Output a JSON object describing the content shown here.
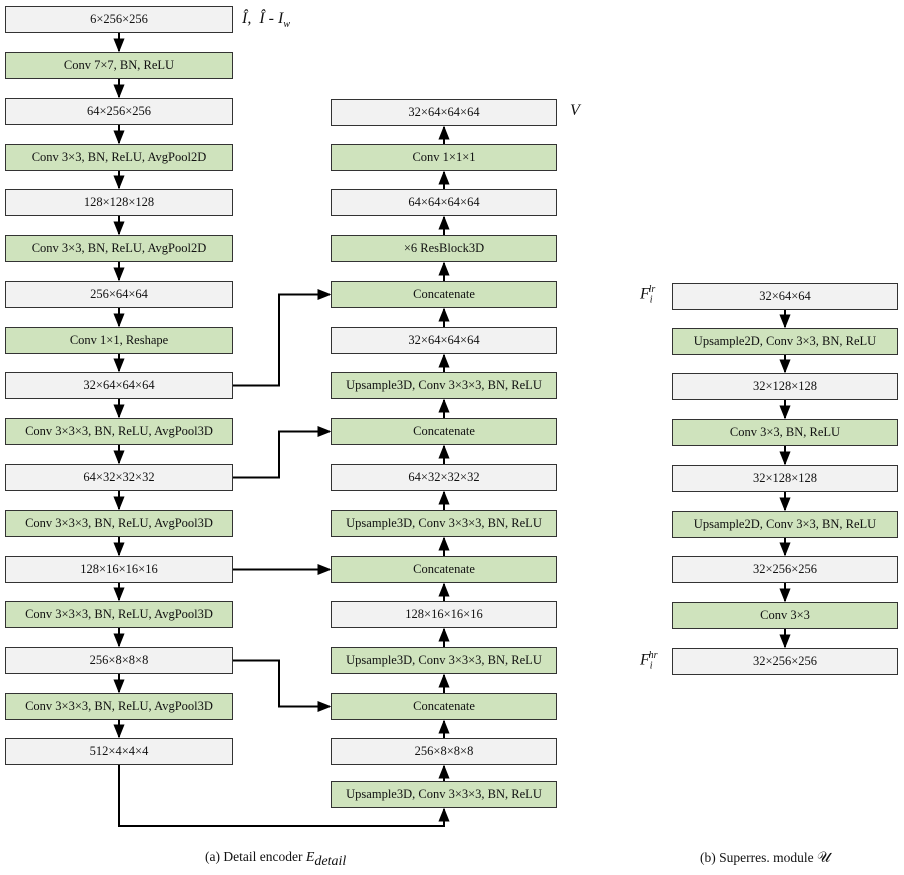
{
  "encoder_column": [
    {
      "id": "e0",
      "kind": "tensor",
      "text": "6×256×256"
    },
    {
      "id": "e1",
      "kind": "op",
      "text": "Conv 7×7, BN, ReLU"
    },
    {
      "id": "e2",
      "kind": "tensor",
      "text": "64×256×256"
    },
    {
      "id": "e3",
      "kind": "op",
      "text": "Conv 3×3, BN, ReLU, AvgPool2D"
    },
    {
      "id": "e4",
      "kind": "tensor",
      "text": "128×128×128"
    },
    {
      "id": "e5",
      "kind": "op",
      "text": "Conv 3×3, BN, ReLU, AvgPool2D"
    },
    {
      "id": "e6",
      "kind": "tensor",
      "text": "256×64×64"
    },
    {
      "id": "e7",
      "kind": "op",
      "text": "Conv 1×1, Reshape"
    },
    {
      "id": "e8",
      "kind": "tensor",
      "text": "32×64×64×64"
    },
    {
      "id": "e9",
      "kind": "op",
      "text": "Conv 3×3×3, BN, ReLU, AvgPool3D"
    },
    {
      "id": "e10",
      "kind": "tensor",
      "text": "64×32×32×32"
    },
    {
      "id": "e11",
      "kind": "op",
      "text": "Conv 3×3×3, BN, ReLU, AvgPool3D"
    },
    {
      "id": "e12",
      "kind": "tensor",
      "text": "128×16×16×16"
    },
    {
      "id": "e13",
      "kind": "op",
      "text": "Conv 3×3×3, BN, ReLU, AvgPool3D"
    },
    {
      "id": "e14",
      "kind": "tensor",
      "text": "256×8×8×8"
    },
    {
      "id": "e15",
      "kind": "op",
      "text": "Conv 3×3×3, BN, ReLU, AvgPool3D"
    },
    {
      "id": "e16",
      "kind": "tensor",
      "text": "512×4×4×4"
    }
  ],
  "decoder_column": [
    {
      "id": "d0",
      "kind": "tensor",
      "text": "32×64×64×64"
    },
    {
      "id": "d1",
      "kind": "op",
      "text": "Conv 1×1×1"
    },
    {
      "id": "d2",
      "kind": "tensor",
      "text": "64×64×64×64"
    },
    {
      "id": "d3",
      "kind": "op",
      "text": "×6 ResBlock3D"
    },
    {
      "id": "d4",
      "kind": "op",
      "text": "Concatenate"
    },
    {
      "id": "d5",
      "kind": "tensor",
      "text": "32×64×64×64"
    },
    {
      "id": "d6",
      "kind": "op",
      "text": "Upsample3D, Conv 3×3×3, BN, ReLU"
    },
    {
      "id": "d7",
      "kind": "op",
      "text": "Concatenate"
    },
    {
      "id": "d8",
      "kind": "tensor",
      "text": "64×32×32×32"
    },
    {
      "id": "d9",
      "kind": "op",
      "text": "Upsample3D, Conv 3×3×3, BN, ReLU"
    },
    {
      "id": "d10",
      "kind": "op",
      "text": "Concatenate"
    },
    {
      "id": "d11",
      "kind": "tensor",
      "text": "128×16×16×16"
    },
    {
      "id": "d12",
      "kind": "op",
      "text": "Upsample3D, Conv 3×3×3, BN, ReLU"
    },
    {
      "id": "d13",
      "kind": "op",
      "text": "Concatenate"
    },
    {
      "id": "d14",
      "kind": "tensor",
      "text": "256×8×8×8"
    },
    {
      "id": "d15",
      "kind": "op",
      "text": "Upsample3D, Conv 3×3×3, BN, ReLU"
    }
  ],
  "superres_column": [
    {
      "id": "s0",
      "kind": "tensor",
      "text": "32×64×64"
    },
    {
      "id": "s1",
      "kind": "op",
      "text": "Upsample2D, Conv 3×3, BN, ReLU"
    },
    {
      "id": "s2",
      "kind": "tensor",
      "text": "32×128×128"
    },
    {
      "id": "s3",
      "kind": "op",
      "text": "Conv 3×3, BN, ReLU"
    },
    {
      "id": "s4",
      "kind": "tensor",
      "text": "32×128×128"
    },
    {
      "id": "s5",
      "kind": "op",
      "text": "Upsample2D, Conv 3×3, BN, ReLU"
    },
    {
      "id": "s6",
      "kind": "tensor",
      "text": "32×256×256"
    },
    {
      "id": "s7",
      "kind": "op",
      "text": "Conv 3×3"
    },
    {
      "id": "s8",
      "kind": "tensor",
      "text": "32×256×256"
    }
  ],
  "labels": {
    "input_i": "Î,",
    "input_i2": "Î",
    "input_minus": " - ",
    "input_iw": "I",
    "input_iw_sub": "w",
    "output_v": "V",
    "f_lr": "F",
    "f_lr_sub": "i",
    "f_lr_sup": "lr",
    "f_hr": "F",
    "f_hr_sub": "i",
    "f_hr_sup": "hr"
  },
  "captions": {
    "a_prefix": "(a) Detail encoder ",
    "a_symbol": "E",
    "a_sub": "detail",
    "b_prefix": "(b) Superres. module ",
    "b_symbol": "𝒰"
  },
  "colors": {
    "tensor_fill": "#f2f2f2",
    "op_fill": "#cfe3bd",
    "border": "#333333"
  }
}
